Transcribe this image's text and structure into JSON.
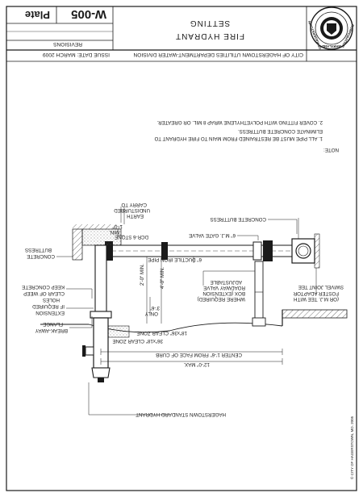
{
  "title_block": {
    "plate_label": "Plate",
    "plate_number": "W-005",
    "issue_date": "ISSUE DATE: MARCH 2009",
    "revisions_label": "REVISIONS",
    "division": "CITY OF HAGERSTOWN UTILITIES DEPARTMENT-WATER DIVISION",
    "title_line1": "FIRE HYDRANT",
    "title_line2": "SETTING"
  },
  "seal": {
    "ring_top": "MARYLAND",
    "ring_left": "CORPORATION",
    "ring_right": "OF HAGERSTOWN"
  },
  "notes": {
    "heading": "NOTE:",
    "items": [
      "1.  ALL PIPE MUST BE RESTRAINED FROM MAIN TO FIRE HYDRANT TO",
      "     ELIMINATE CONCRETE BUTTRESS.",
      "2.  COVER FITTING WITH POLYETHYLENE WRAP 8 MIL. OR GREATER."
    ]
  },
  "labels": {
    "concrete_buttress_top": "CONCRETE BUTTRESS",
    "gate_valve": "6\" M.J. GATE VALVE",
    "ductile_pipe": "6\" DUCTILE IRON PIPE",
    "stone": "DCR-6 STONE",
    "carry_earth": [
      "CARRY TO",
      "UNDISTURBED",
      "EARTH"
    ],
    "min_1ft": [
      "1'-0\"",
      "MIN."
    ],
    "concrete_buttress_left": [
      "CONCRETE",
      "BUTTRESS"
    ],
    "keep_clear": [
      "KEEP CONCRETE",
      "CLEAR OF WEEP",
      "HOLES"
    ],
    "extension": [
      "EXTENSION",
      "IF REQUIRED"
    ],
    "break_away": [
      "BREAK-AWAY",
      "FLANGE"
    ],
    "clear_zone_36": "36\"x18\" CLEAR ZONE",
    "clear_zone_18": "18\"x36\" CLEAR ZONE",
    "depth_4ft": "4'-0\" MIN.",
    "depth_2ft": "2'-0\" MIN.",
    "depth_3ft": [
      "3'-6\"",
      "ONLY"
    ],
    "roadway_valve": [
      "ADJUSTABLE",
      "ROADWAY VALVE",
      "BOX (EXTENSION",
      "WHERE REQUIRED)"
    ],
    "swivel_tee": [
      "SWIVEL JOINT TEE",
      "FOSTER ADAPTOR",
      "(OR M.J. TEE WITH"
    ],
    "center_curb": "CENTER 1'-6\" FROM FACE OF CURB",
    "max_12ft": "12'-0\" MAX.",
    "hydrant": "HAGERSTOWN STANDARD HYDRANT",
    "copyright": "© CITY OF HAGERSTOWN, MD. 2005"
  },
  "colors": {
    "ink": "#1a1a1a",
    "hatch": "#555555",
    "paper": "#ffffff"
  }
}
